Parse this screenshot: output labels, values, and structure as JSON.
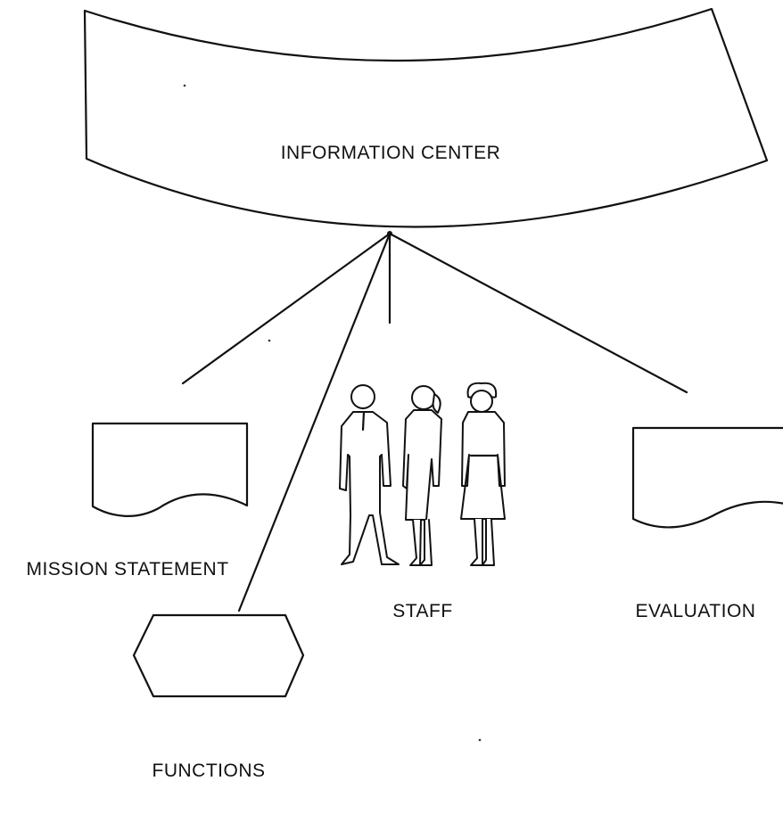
{
  "diagram": {
    "center_label": "INFORMATION CENTER",
    "nodes": {
      "mission_statement": "MISSION STATEMENT",
      "staff": "STAFF",
      "evaluation": "EVALUATION",
      "functions": "FUNCTIONS"
    }
  },
  "colors": {
    "ink": "#111111",
    "paper": "#ffffff"
  }
}
